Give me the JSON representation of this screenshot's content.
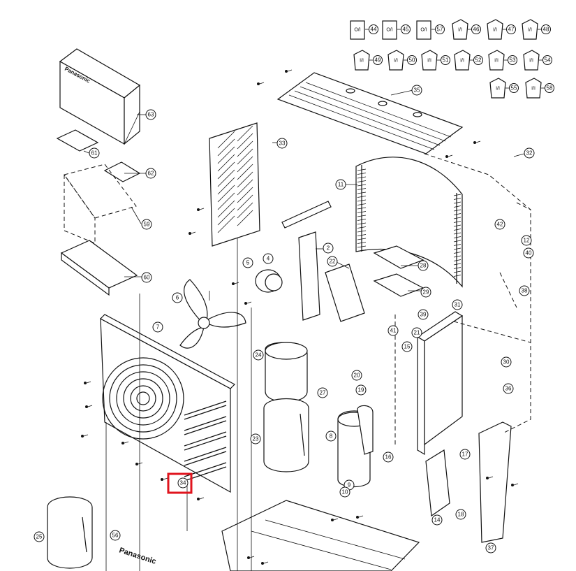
{
  "diagram": {
    "brand_label": "Panasonic",
    "highlight_color": "#e0141e",
    "highlighted_part": "34",
    "documents": [
      {
        "code": "O/I",
        "number": "44"
      },
      {
        "code": "O/I",
        "number": "45"
      },
      {
        "code": "O/I",
        "number": "57"
      },
      {
        "code": "I/I",
        "number": "46"
      },
      {
        "code": "I/I",
        "number": "47"
      },
      {
        "code": "I/I",
        "number": "48"
      },
      {
        "code": "I/I",
        "number": "49"
      },
      {
        "code": "I/I",
        "number": "50"
      },
      {
        "code": "I/I",
        "number": "51"
      },
      {
        "code": "I/I",
        "number": "52"
      },
      {
        "code": "I/I",
        "number": "53"
      },
      {
        "code": "I/I",
        "number": "54"
      },
      {
        "code": "I/I",
        "number": "55"
      },
      {
        "code": "I/I",
        "number": "58"
      }
    ],
    "part_numbers": [
      "2",
      "4",
      "5",
      "6",
      "7",
      "8",
      "9",
      "10",
      "11",
      "12",
      "14",
      "15",
      "16",
      "17",
      "18",
      "19",
      "20",
      "21",
      "22",
      "23",
      "24",
      "25",
      "27",
      "28",
      "29",
      "30",
      "31",
      "32",
      "33",
      "34",
      "35",
      "36",
      "37",
      "38",
      "39",
      "40",
      "41",
      "42",
      "56",
      "59",
      "60",
      "61",
      "62",
      "63"
    ]
  }
}
